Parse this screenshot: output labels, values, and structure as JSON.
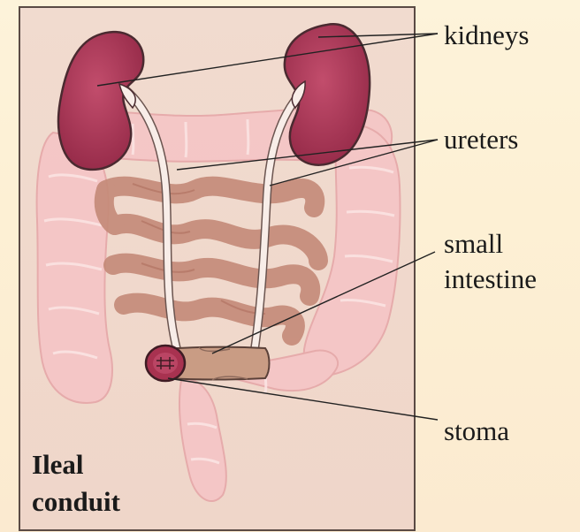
{
  "labels": {
    "kidneys": "kidneys",
    "ureters": "ureters",
    "small_intestine_line1": "small",
    "small_intestine_line2": "intestine",
    "stoma": "stoma"
  },
  "title": {
    "line1": "Ileal",
    "line2": "conduit"
  },
  "colors": {
    "background": "#fdf1d6",
    "panel": "#f0d8cc",
    "kidney": "#b03a5a",
    "colon": "#f6c8c8",
    "small_intestine": "#c48a78",
    "ureter": "#f7ece6",
    "conduit": "#c79a82",
    "stoma": "#a8324e"
  }
}
